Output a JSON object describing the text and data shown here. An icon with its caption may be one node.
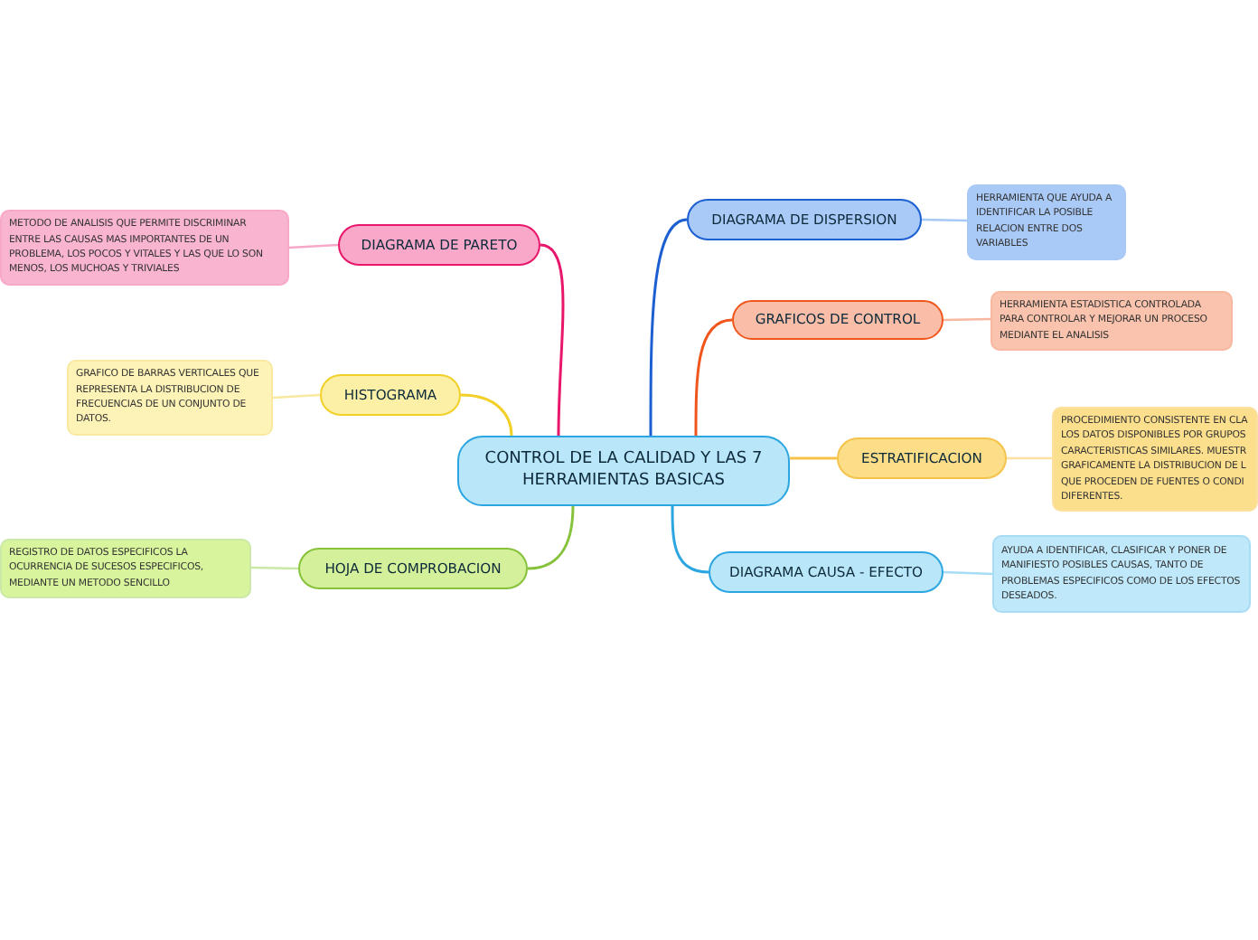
{
  "diagram": {
    "nodes": [
      {
        "text": [
          "CONTROL DE LA CALIDAD Y LAS 7 HERRAMIENTAS BASICAS"
        ]
      },
      {
        "text": [
          "DIAGRAMA DE PARETO"
        ]
      },
      {
        "text": [
          "METODO DE ANALISIS QUE PERMITE DISCRIMINAR ENTRE LAS CAUSAS MAS IMPORTANTES DE UN PROBLEMA, LOS POCOS Y VITALES Y LAS QUE LO SON MENOS, LOS MUCHOAS Y TRIVIALES"
        ]
      },
      {
        "text": [
          "HISTOGRAMA"
        ]
      },
      {
        "text": [
          "GRAFICO DE BARRAS VERTICALES QUE REPRESENTA LA DISTRIBUCION DE FRECUENCIAS DE UN CONJUNTO DE DATOS."
        ]
      },
      {
        "text": [
          "HOJA DE COMPROBACION"
        ]
      },
      {
        "text": [
          "REGISTRO DE DATOS ESPECIFICOS LA OCURRENCIA DE SUCESOS ESPECIFICOS, MEDIANTE UN METODO SENCILLO"
        ]
      },
      {
        "text": [
          "DIAGRAMA DE DISPERSION"
        ]
      },
      {
        "text": [
          "HERRAMIENTA QUE AYUDA A IDENTIFICAR LA POSIBLE RELACION ENTRE DOS VARIABLES"
        ]
      },
      {
        "text": [
          "GRAFICOS DE CONTROL"
        ]
      },
      {
        "text": [
          "HERRAMIENTA ESTADISTICA CONTROLADA PARA CONTROLAR Y MEJORAR UN PROCESO MEDIANTE EL ANALISIS"
        ]
      },
      {
        "text": [
          "ESTRATIFICACION"
        ]
      },
      {
        "text": [
          "PROCEDIMIENTO CONSISTENTE EN CLA LOS DATOS DISPONIBLES POR GRUPOS CARACTERISTICAS SIMILARES. MUESTR GRAFICAMENTE LA DISTRIBUCION DE L QUE PROCEDEN DE FUENTES O CONDI DIFERENTES."
        ]
      },
      {
        "text": [
          "DIAGRAMA CAUSA - EFECTO"
        ]
      },
      {
        "text": [
          "AYUDA A IDENTIFICAR, CLASIFICAR Y PONER DE MANIFIESTO POSIBLES CAUSAS, TANTO DE PROBLEMAS ESPECIFICOS COMO DE LOS EFECTOS DESEADOS."
        ]
      }
    ],
    "edges": [
      {
        "from": 0,
        "to": 1,
        "arrow": "none",
        "color": "#e8176b"
      },
      {
        "from": 1,
        "to": 2,
        "arrow": "none",
        "color": "#f7a8c8"
      },
      {
        "from": 0,
        "to": 3,
        "arrow": "none",
        "color": "#f2d027"
      },
      {
        "from": 3,
        "to": 4,
        "arrow": "none",
        "color": "#f8e8a0"
      },
      {
        "from": 0,
        "to": 5,
        "arrow": "none",
        "color": "#86c23a"
      },
      {
        "from": 5,
        "to": 6,
        "arrow": "none",
        "color": "#cbe8a8"
      },
      {
        "from": 0,
        "to": 7,
        "arrow": "none",
        "color": "#1c5fd1"
      },
      {
        "from": 7,
        "to": 8,
        "arrow": "none",
        "color": "#a8c8f5"
      },
      {
        "from": 0,
        "to": 9,
        "arrow": "none",
        "color": "#f0561c"
      },
      {
        "from": 9,
        "to": 10,
        "arrow": "none",
        "color": "#f8b8a0"
      },
      {
        "from": 0,
        "to": 11,
        "arrow": "none",
        "color": "#f5c24a"
      },
      {
        "from": 11,
        "to": 12,
        "arrow": "none",
        "color": "#fbe0a0"
      },
      {
        "from": 0,
        "to": 13,
        "arrow": "none",
        "color": "#2ba6e0"
      },
      {
        "from": 13,
        "to": 14,
        "arrow": "none",
        "color": "#a8dcf5"
      }
    ]
  }
}
